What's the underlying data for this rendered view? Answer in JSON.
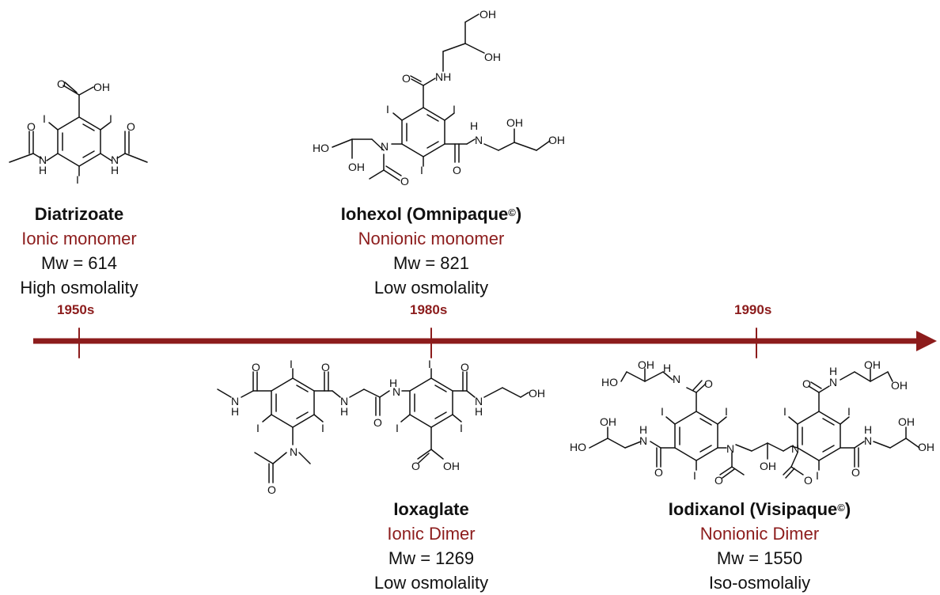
{
  "timeline": {
    "ticks": [
      {
        "label": "1950s"
      },
      {
        "label": "1980s"
      },
      {
        "label": "1990s"
      }
    ],
    "color": "#8c1c1c"
  },
  "compounds": [
    {
      "id": "diatrizoate",
      "name": "Diatrizoate",
      "name_sup": "",
      "name_close": "",
      "class": "Ionic monomer",
      "mw": "Mw = 614",
      "osmolality": "High osmolality"
    },
    {
      "id": "iohexol",
      "name": "Iohexol (Omnipaque",
      "name_sup": "©",
      "name_close": ")",
      "class": "Nonionic monomer",
      "mw": "Mw = 821",
      "osmolality": "Low osmolality"
    },
    {
      "id": "ioxaglate",
      "name": "Ioxaglate",
      "name_sup": "",
      "name_close": "",
      "class": "Ionic Dimer",
      "mw": "Mw = 1269",
      "osmolality": "Low osmolality"
    },
    {
      "id": "iodixanol",
      "name": "Iodixanol (Visipaque",
      "name_sup": "©",
      "name_close": ")",
      "class": "Nonionic Dimer",
      "mw": "Mw = 1550",
      "osmolality": "Iso-osmolaliy"
    }
  ],
  "atom_labels": {
    "I": "I",
    "O": "O",
    "N": "N",
    "H": "H",
    "OH": "OH",
    "HO": "HO",
    "NH": "NH"
  }
}
